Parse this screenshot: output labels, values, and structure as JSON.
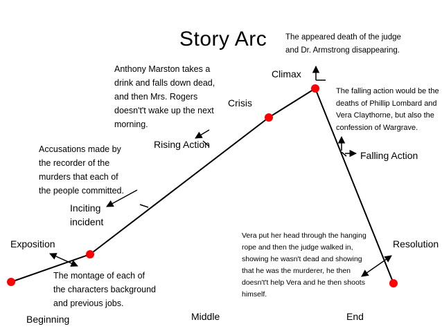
{
  "title": "Story Arc",
  "stages": {
    "exposition": "Exposition",
    "inciting": "Inciting\nincident",
    "rising": "Rising Action",
    "crisis": "Crisis",
    "climax": "Climax",
    "falling": "Falling Action",
    "resolution": "Resolution"
  },
  "timeline": {
    "beginning": "Beginning",
    "middle": "Middle",
    "end": "End"
  },
  "notes": {
    "climax": "The appeared death of the judge\nand Dr. Armstrong disappearing.",
    "rising": "Anthony Marston takes a\ndrink and falls down dead,\nand then Mrs. Rogers\ndoesn't't wake up the next\nmorning.",
    "inciting": "Accusations made by\nthe recorder of the\nmurders that each of\nthe people committed.",
    "exposition": "The montage of each of\nthe characters background\nand previous jobs.",
    "falling": "The falling action would be the\ndeaths of Phillip Lombard and\nVera Claythorne, but also the\nconfession of Wargrave.",
    "resolution": "Vera put her head through the hanging\nrope and then the judge walked in,\nshowing he wasn't dead and showing\nthat he was the murderer, he then\ndoesn't't help Vera and he then shoots\nhimself."
  },
  "colors": {
    "line": "#000000",
    "point": "#ff0000"
  }
}
